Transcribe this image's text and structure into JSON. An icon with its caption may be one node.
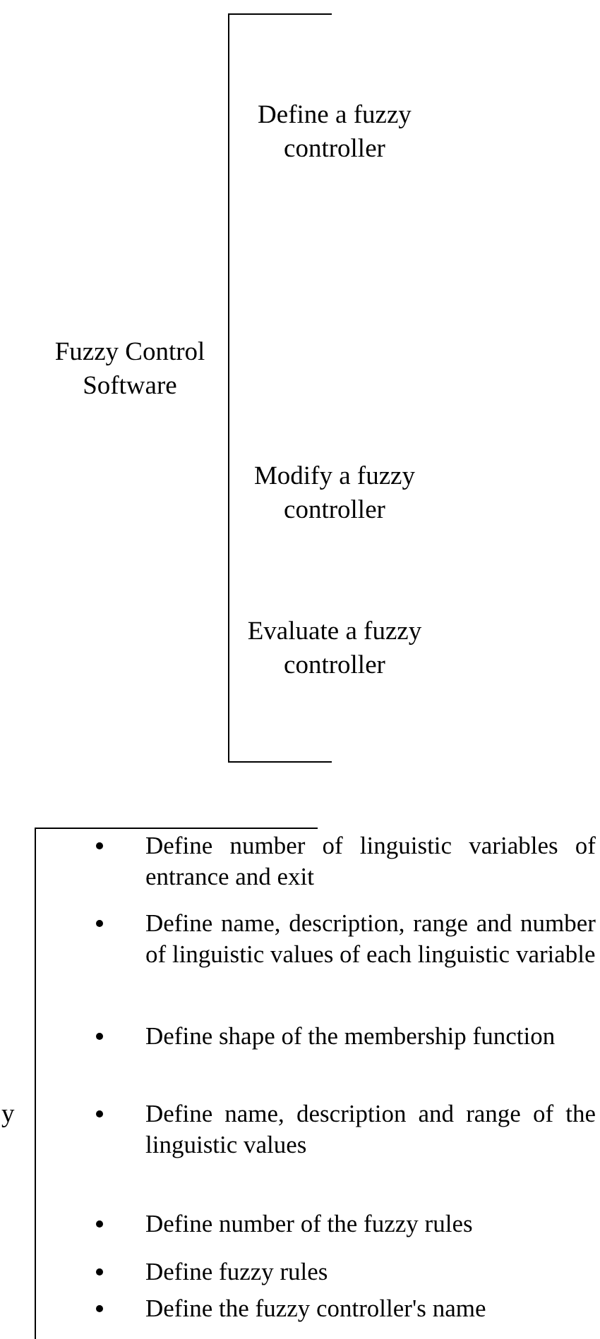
{
  "diagram": {
    "labels": [
      "Fuzzy Control Software",
      "Define a fuzzy controller",
      "Modify a fuzzy controller",
      "Evaluate a fuzzy controller",
      "y",
      "Define number of linguistic variables of entrance and exit",
      "Define name, description, range and number of linguistic values of each linguistic variable",
      "Define shape of the membership function",
      "Define name, description and range of the linguistic values",
      "Define number of the fuzzy rules",
      "Define fuzzy rules",
      "Define the fuzzy controller's name"
    ]
  }
}
